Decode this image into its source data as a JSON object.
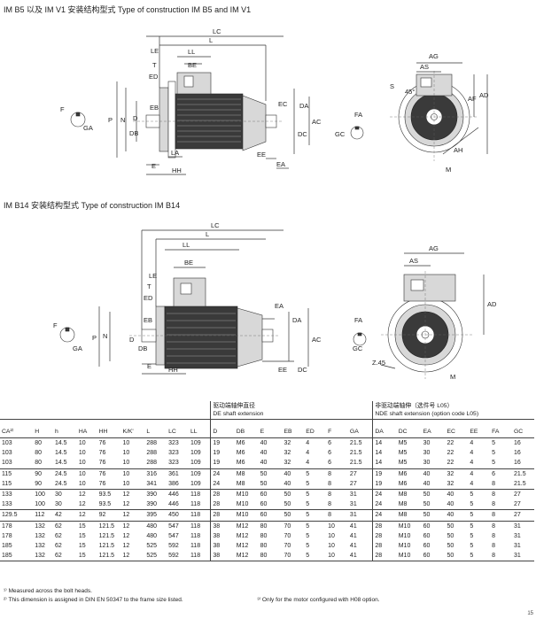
{
  "sections": {
    "b5_title": "IM B5 以及 IM V1 安装结构型式   Type of construction IM B5 and IM V1",
    "b14_title": "IM B14 安装结构型式   Type of construction IM B14"
  },
  "labels": {
    "b5": {
      "LC": "LC",
      "L": "L",
      "LL": "LL",
      "LE": "LE",
      "T": "T",
      "BE": "BE",
      "ED": "ED",
      "EB": "EB",
      "D": "D",
      "DB": "DB",
      "F": "F",
      "GA": "GA",
      "N": "N",
      "P": "P",
      "LA": "LA",
      "E": "E",
      "HH": "HH",
      "EC": "EC",
      "DA": "DA",
      "AC": "AC",
      "DC": "DC",
      "EE": "EE",
      "EA": "EA",
      "FA": "FA",
      "GC": "GC",
      "AG": "AG",
      "AS": "AS",
      "S": "S",
      "AF": "AF",
      "AD": "AD",
      "AH": "AH",
      "M": "M",
      "deg": "45°"
    },
    "b14": {
      "LC": "LC",
      "L": "L",
      "LL": "LL",
      "LE": "LE",
      "BE": "BE",
      "T": "T",
      "ED": "ED",
      "EB": "EB",
      "P": "P",
      "N": "N",
      "D": "D",
      "DB": "DB",
      "F": "F",
      "GA": "GA",
      "E": "E",
      "HH": "HH",
      "EA": "EA",
      "DA": "DA",
      "AC": "AC",
      "EE": "EE",
      "DC": "DC",
      "FA": "FA",
      "GC": "GC",
      "AG": "AG",
      "AS": "AS",
      "AD": "AD",
      "M": "M",
      "S": "Z.45"
    }
  },
  "table": {
    "group_de": "驱动端轴伸直径",
    "group_de_en": "DE shaft extension",
    "group_nde": "非驱动端轴伸（选件号 L05）",
    "group_nde_en": "NDE shaft extension (option code L05)",
    "headers": [
      "CA²⁾",
      "H",
      "h",
      "HA",
      "HH",
      "K/K'",
      "L",
      "LC",
      "LL",
      "D",
      "DB",
      "E",
      "EB",
      "ED",
      "F",
      "GA",
      "DA",
      "DC",
      "EA",
      "EC",
      "EE",
      "FA",
      "GC"
    ],
    "rows": [
      [
        "103",
        "80",
        "14.5",
        "10",
        "76",
        "10",
        "288",
        "323",
        "109",
        "19",
        "M6",
        "40",
        "32",
        "4",
        "6",
        "21.5",
        "14",
        "M5",
        "30",
        "22",
        "4",
        "5",
        "16"
      ],
      [
        "103",
        "80",
        "14.5",
        "10",
        "76",
        "10",
        "288",
        "323",
        "109",
        "19",
        "M6",
        "40",
        "32",
        "4",
        "6",
        "21.5",
        "14",
        "M5",
        "30",
        "22",
        "4",
        "5",
        "16"
      ],
      [
        "103",
        "80",
        "14.5",
        "10",
        "76",
        "10",
        "288",
        "323",
        "109",
        "19",
        "M6",
        "40",
        "32",
        "4",
        "6",
        "21.5",
        "14",
        "M5",
        "30",
        "22",
        "4",
        "5",
        "16"
      ],
      [
        "115",
        "90",
        "24.5",
        "10",
        "76",
        "10",
        "316",
        "361",
        "109",
        "24",
        "M8",
        "50",
        "40",
        "5",
        "8",
        "27",
        "19",
        "M6",
        "40",
        "32",
        "4",
        "6",
        "21.5"
      ],
      [
        "115",
        "90",
        "24.5",
        "10",
        "76",
        "10",
        "341",
        "386",
        "109",
        "24",
        "M8",
        "50",
        "40",
        "5",
        "8",
        "27",
        "19",
        "M6",
        "40",
        "32",
        "4",
        "8",
        "21.5"
      ],
      [
        "133",
        "100",
        "30",
        "12",
        "93.5",
        "12",
        "390",
        "446",
        "118",
        "28",
        "M10",
        "60",
        "50",
        "5",
        "8",
        "31",
        "24",
        "M8",
        "50",
        "40",
        "5",
        "8",
        "27"
      ],
      [
        "133",
        "100",
        "30",
        "12",
        "93.5",
        "12",
        "390",
        "446",
        "118",
        "28",
        "M10",
        "60",
        "50",
        "5",
        "8",
        "31",
        "24",
        "M8",
        "50",
        "40",
        "5",
        "8",
        "27"
      ],
      [
        "129.5",
        "112",
        "42",
        "12",
        "92",
        "12",
        "395",
        "450",
        "118",
        "28",
        "M10",
        "60",
        "50",
        "5",
        "8",
        "31",
        "24",
        "M8",
        "50",
        "40",
        "5",
        "8",
        "27"
      ],
      [
        "178",
        "132",
        "62",
        "15",
        "121.5",
        "12",
        "480",
        "547",
        "118",
        "38",
        "M12",
        "80",
        "70",
        "5",
        "10",
        "41",
        "28",
        "M10",
        "60",
        "50",
        "5",
        "8",
        "31"
      ],
      [
        "178",
        "132",
        "62",
        "15",
        "121.5",
        "12",
        "480",
        "547",
        "118",
        "38",
        "M12",
        "80",
        "70",
        "5",
        "10",
        "41",
        "28",
        "M10",
        "60",
        "50",
        "5",
        "8",
        "31"
      ],
      [
        "185",
        "132",
        "62",
        "15",
        "121.5",
        "12",
        "525",
        "592",
        "118",
        "38",
        "M12",
        "80",
        "70",
        "5",
        "10",
        "41",
        "28",
        "M10",
        "60",
        "50",
        "5",
        "8",
        "31"
      ],
      [
        "185",
        "132",
        "62",
        "15",
        "121.5",
        "12",
        "525",
        "592",
        "118",
        "38",
        "M12",
        "80",
        "70",
        "5",
        "10",
        "41",
        "28",
        "M10",
        "60",
        "50",
        "5",
        "8",
        "31"
      ]
    ],
    "separators_before": [
      3,
      5,
      7,
      8
    ]
  },
  "notes": {
    "n1": "¹⁾ Measured across the bolt heads.",
    "n2": "²⁾ This dimension is assigned in DIN EN 50347 to the frame size listed.",
    "n3": "³⁾ Only for the motor configured with H08 option."
  },
  "page_number": "15"
}
